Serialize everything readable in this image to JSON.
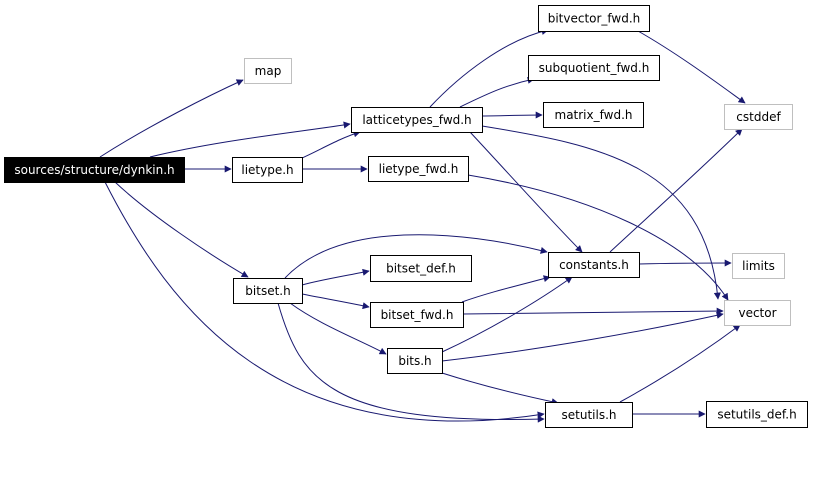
{
  "diagram": {
    "colors": {
      "edge": "#191970",
      "root_fill": "#000000",
      "root_text": "#ffffff",
      "node_stroke": "#000000",
      "external_stroke": "#bfbfbf",
      "node_fill": "#ffffff",
      "text": "#000000"
    },
    "nodes": [
      {
        "id": "dynkin",
        "label": "sources/structure/dynkin.h",
        "kind": "root"
      },
      {
        "id": "map",
        "label": "map",
        "kind": "external"
      },
      {
        "id": "latticetypes_fwd",
        "label": "latticetypes_fwd.h",
        "kind": "file"
      },
      {
        "id": "lietype",
        "label": "lietype.h",
        "kind": "file"
      },
      {
        "id": "lietype_fwd",
        "label": "lietype_fwd.h",
        "kind": "file"
      },
      {
        "id": "bitvector_fwd",
        "label": "bitvector_fwd.h",
        "kind": "file"
      },
      {
        "id": "subquotient_fwd",
        "label": "subquotient_fwd.h",
        "kind": "file"
      },
      {
        "id": "matrix_fwd",
        "label": "matrix_fwd.h",
        "kind": "file"
      },
      {
        "id": "cstddef",
        "label": "cstddef",
        "kind": "external"
      },
      {
        "id": "bitset",
        "label": "bitset.h",
        "kind": "file"
      },
      {
        "id": "bitset_def",
        "label": "bitset_def.h",
        "kind": "file"
      },
      {
        "id": "constants",
        "label": "constants.h",
        "kind": "file"
      },
      {
        "id": "limits",
        "label": "limits",
        "kind": "external"
      },
      {
        "id": "bitset_fwd",
        "label": "bitset_fwd.h",
        "kind": "file"
      },
      {
        "id": "vector",
        "label": "vector",
        "kind": "external"
      },
      {
        "id": "bits",
        "label": "bits.h",
        "kind": "file"
      },
      {
        "id": "setutils",
        "label": "setutils.h",
        "kind": "file"
      },
      {
        "id": "setutils_def",
        "label": "setutils_def.h",
        "kind": "file"
      }
    ],
    "edges": [
      {
        "from": "dynkin",
        "to": "map"
      },
      {
        "from": "dynkin",
        "to": "latticetypes_fwd"
      },
      {
        "from": "dynkin",
        "to": "lietype"
      },
      {
        "from": "dynkin",
        "to": "bitset"
      },
      {
        "from": "dynkin",
        "to": "setutils"
      },
      {
        "from": "latticetypes_fwd",
        "to": "bitvector_fwd"
      },
      {
        "from": "latticetypes_fwd",
        "to": "subquotient_fwd"
      },
      {
        "from": "latticetypes_fwd",
        "to": "matrix_fwd"
      },
      {
        "from": "latticetypes_fwd",
        "to": "constants"
      },
      {
        "from": "latticetypes_fwd",
        "to": "vector"
      },
      {
        "from": "lietype",
        "to": "latticetypes_fwd"
      },
      {
        "from": "lietype",
        "to": "lietype_fwd"
      },
      {
        "from": "lietype_fwd",
        "to": "vector"
      },
      {
        "from": "bitvector_fwd",
        "to": "cstddef"
      },
      {
        "from": "constants",
        "to": "cstddef"
      },
      {
        "from": "constants",
        "to": "limits"
      },
      {
        "from": "bitset",
        "to": "bitset_def"
      },
      {
        "from": "bitset",
        "to": "constants"
      },
      {
        "from": "bitset",
        "to": "bitset_fwd"
      },
      {
        "from": "bitset",
        "to": "bits"
      },
      {
        "from": "bitset",
        "to": "setutils"
      },
      {
        "from": "bitset_fwd",
        "to": "constants"
      },
      {
        "from": "bitset_fwd",
        "to": "vector"
      },
      {
        "from": "bits",
        "to": "constants"
      },
      {
        "from": "bits",
        "to": "vector"
      },
      {
        "from": "bits",
        "to": "setutils"
      },
      {
        "from": "setutils",
        "to": "vector"
      },
      {
        "from": "setutils",
        "to": "setutils_def"
      }
    ]
  }
}
